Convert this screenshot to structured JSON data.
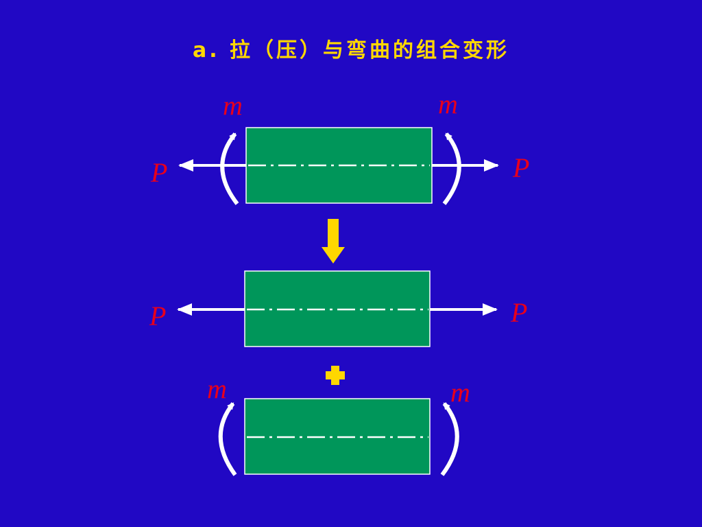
{
  "slide": {
    "title": "a. 拉（压）与弯曲的组合变形"
  },
  "diagram": {
    "colors": {
      "background": "#2108c4",
      "beam": "#00965a",
      "arrow": "#ffffff",
      "label": "#e8001c",
      "accent": "#ffd700",
      "title": "#ffd700"
    },
    "symbols": {
      "force": "P",
      "moment": "m"
    },
    "icons": {
      "transition": "down-arrow-icon",
      "combine": "plus-icon"
    }
  }
}
